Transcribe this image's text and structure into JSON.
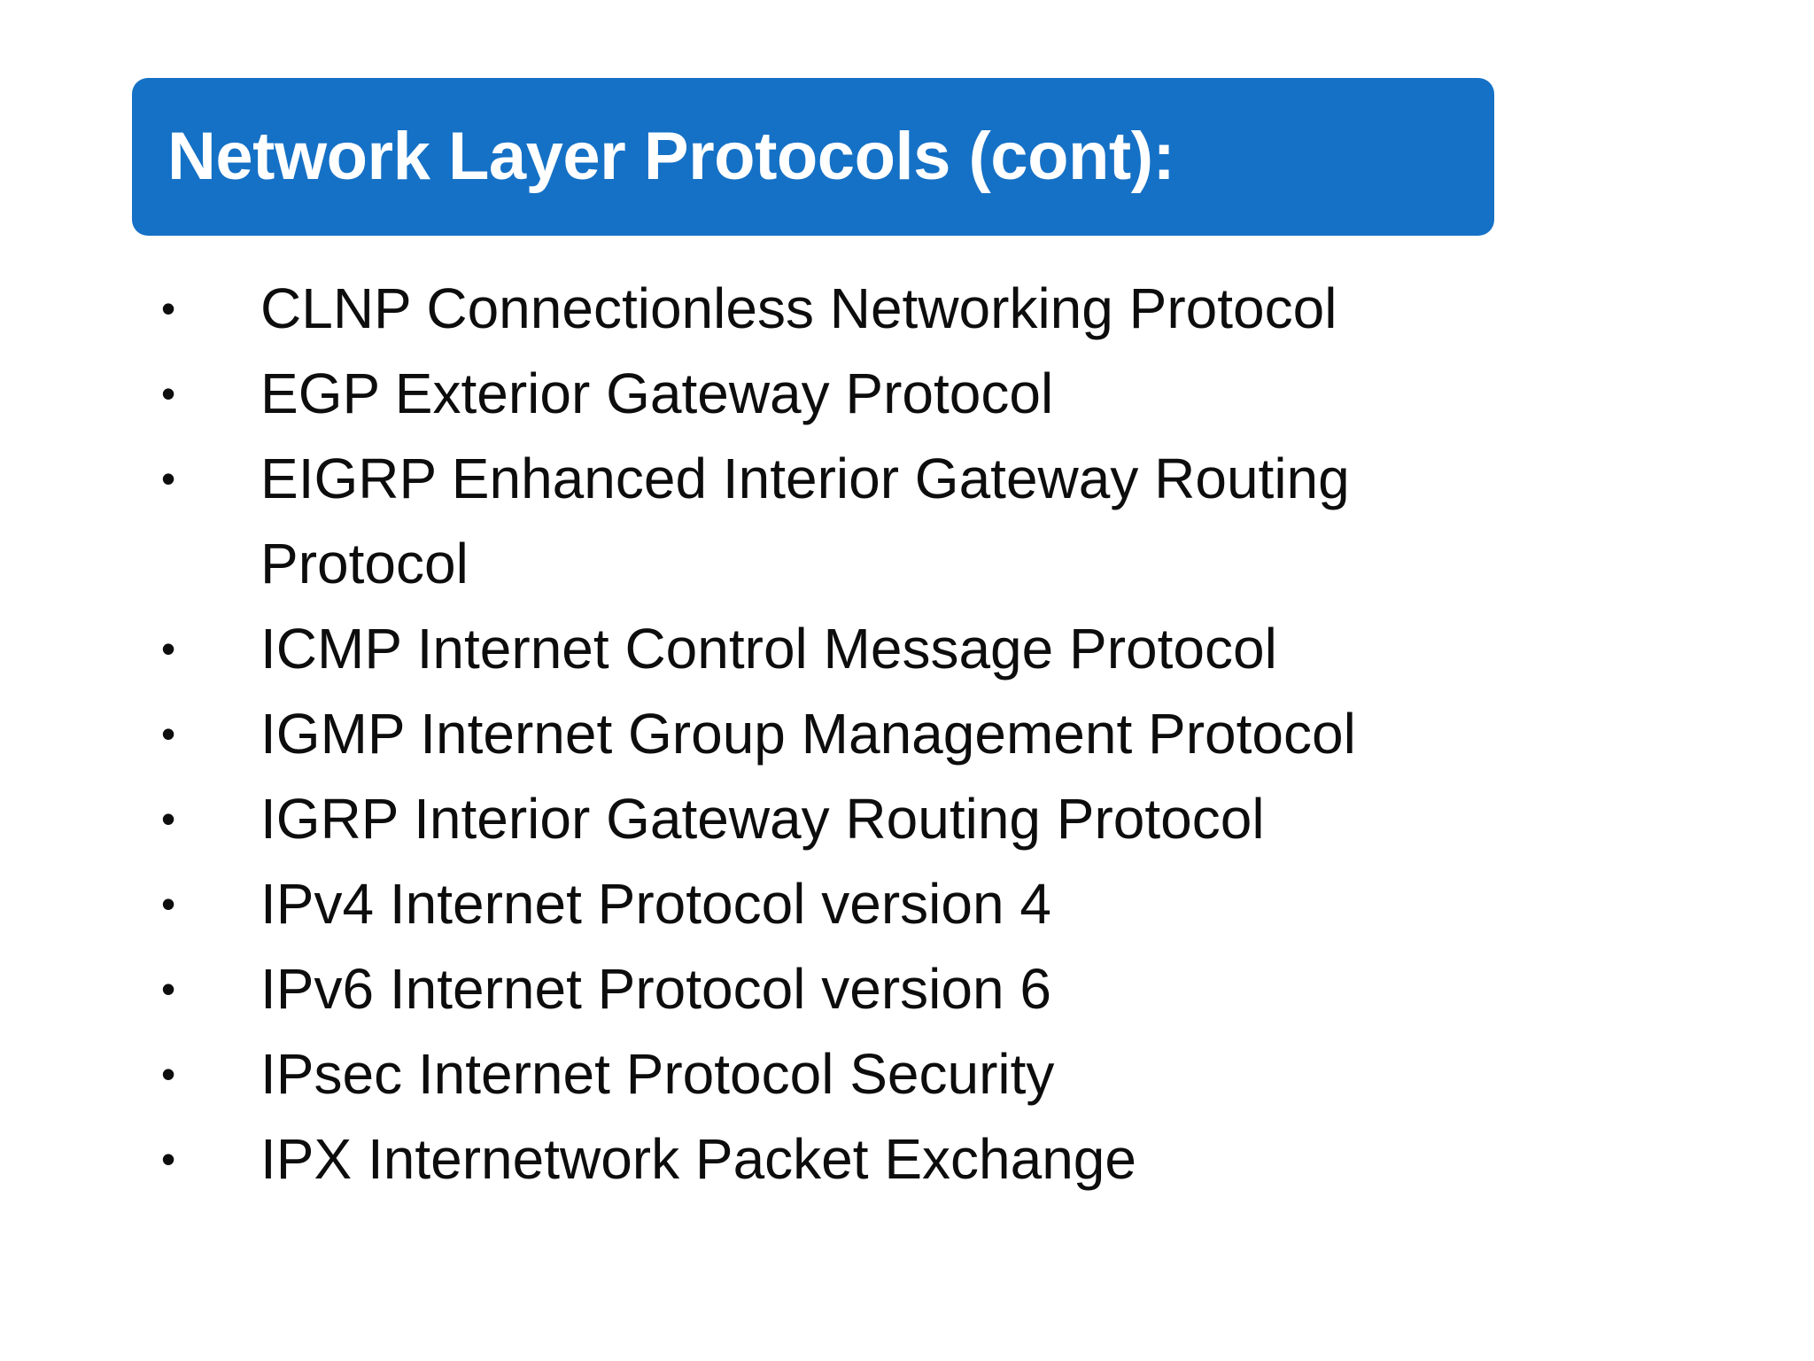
{
  "slide": {
    "background_color": "#FFFFFF",
    "title": {
      "text": "Network Layer Protocols (cont):",
      "background_color": "#1571C6",
      "text_color": "#FFFFFF"
    },
    "body": {
      "text_color": "#0D0D0D",
      "bullet_glyph": "•",
      "items": [
        {
          "label": "CLNP Connectionless Networking Protocol"
        },
        {
          "label": "EGP Exterior Gateway Protocol"
        },
        {
          "label": "EIGRP Enhanced Interior Gateway Routing Protocol"
        },
        {
          "label": "ICMP Internet Control Message Protocol"
        },
        {
          "label": "IGMP Internet Group Management Protocol"
        },
        {
          "label": "IGRP Interior Gateway Routing Protocol"
        },
        {
          "label": "IPv4 Internet Protocol version 4"
        },
        {
          "label": "IPv6 Internet Protocol version 6"
        },
        {
          "label": "IPsec Internet Protocol Security"
        },
        {
          "label": "IPX Internetwork Packet Exchange"
        }
      ]
    }
  }
}
